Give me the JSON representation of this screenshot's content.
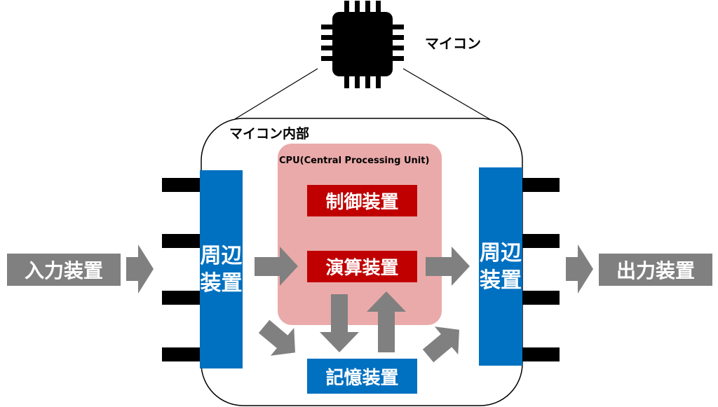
{
  "microcontroller_label": "マイコン",
  "inner_label": "マイコン内部",
  "cpu": {
    "title": "CPU(Central Processing Unit)",
    "control_unit": "制御装置",
    "arithmetic_unit": "演算装置"
  },
  "memory_unit": "記憶装置",
  "peripheral_left": "周辺装置",
  "peripheral_right": "周辺装置",
  "input_device": "入力装置",
  "output_device": "出力装置",
  "colors": {
    "cpu_bg": "#eaaaaa",
    "unit_red": "#c00000",
    "peripheral_blue": "#0070c0",
    "arrow_gray": "#808080",
    "pin_black": "#000000"
  }
}
